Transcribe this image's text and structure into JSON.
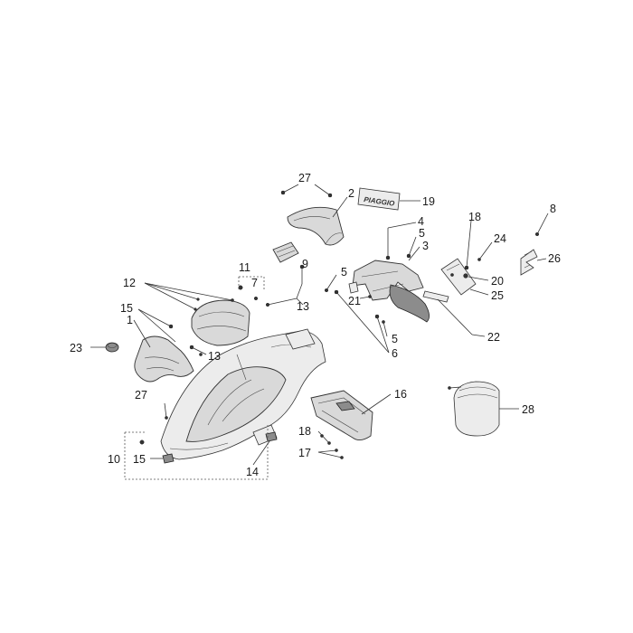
{
  "decal": {
    "text": "PIAGGIO"
  },
  "callouts": [
    {
      "id": "c27a",
      "label": "27"
    },
    {
      "id": "c2",
      "label": "2"
    },
    {
      "id": "c19",
      "label": "19"
    },
    {
      "id": "c4",
      "label": "4"
    },
    {
      "id": "c5a",
      "label": "5"
    },
    {
      "id": "c3",
      "label": "3"
    },
    {
      "id": "c18a",
      "label": "18"
    },
    {
      "id": "c24",
      "label": "24"
    },
    {
      "id": "c8",
      "label": "8"
    },
    {
      "id": "c26",
      "label": "26"
    },
    {
      "id": "c20",
      "label": "20"
    },
    {
      "id": "c25",
      "label": "25"
    },
    {
      "id": "c11",
      "label": "11"
    },
    {
      "id": "c7",
      "label": "7"
    },
    {
      "id": "c9",
      "label": "9"
    },
    {
      "id": "c5b",
      "label": "5"
    },
    {
      "id": "c21",
      "label": "21"
    },
    {
      "id": "c12",
      "label": "12"
    },
    {
      "id": "c13a",
      "label": "13"
    },
    {
      "id": "c15a",
      "label": "15"
    },
    {
      "id": "c1",
      "label": "1"
    },
    {
      "id": "c13b",
      "label": "13"
    },
    {
      "id": "c5c",
      "label": "5"
    },
    {
      "id": "c6",
      "label": "6"
    },
    {
      "id": "c22",
      "label": "22"
    },
    {
      "id": "c23",
      "label": "23"
    },
    {
      "id": "c16",
      "label": "16"
    },
    {
      "id": "c27b",
      "label": "27"
    },
    {
      "id": "c28",
      "label": "28"
    },
    {
      "id": "c18b",
      "label": "18"
    },
    {
      "id": "c17",
      "label": "17"
    },
    {
      "id": "c10",
      "label": "10"
    },
    {
      "id": "c15b",
      "label": "15"
    },
    {
      "id": "c14",
      "label": "14"
    }
  ]
}
